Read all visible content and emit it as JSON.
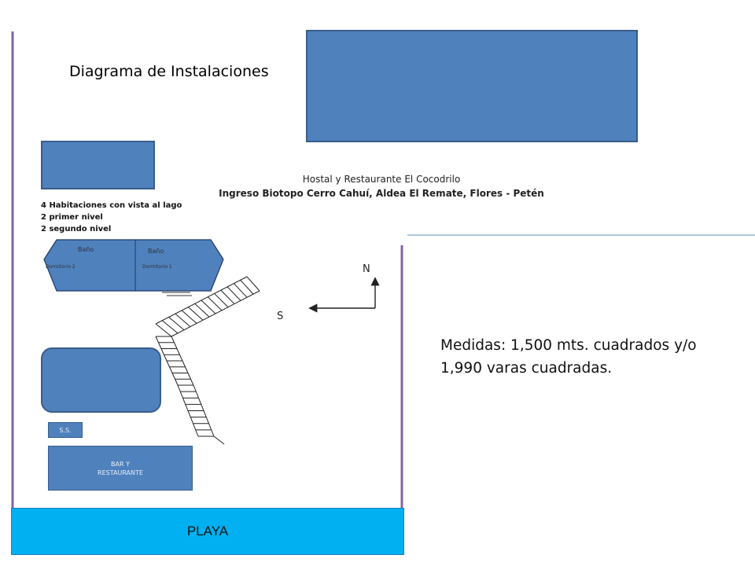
{
  "diagram": {
    "title": "Diagrama de Instalaciones",
    "hostal_name": "Hostal y Restaurante El Cocodrilo",
    "address": "Ingreso Biotopo Cerro Cahuí, Aldea El Remate, Flores - Petén",
    "rooms": {
      "line1": "4 Habitaciones con vista al lago",
      "line2": "2 primer nivel",
      "line3": "2 segundo nivel"
    },
    "building": {
      "bath_left": "Baño",
      "bath_right": "Baño",
      "room_left": "Dormitorio 2",
      "room_right": "Dormitorio 1"
    },
    "compass": {
      "north": "N",
      "south": "S"
    },
    "measures": {
      "line1": "Medidas:  1,500 mts. cuadrados y/o",
      "line2": "1,990 varas cuadradas."
    },
    "ss_label": "S.S.",
    "bar": {
      "line1": "BAR Y",
      "line2": "RESTAURANTE"
    },
    "beach_label": "PLAYA"
  },
  "colors": {
    "building_fill": "#4f81bd",
    "building_border": "#385d8a",
    "beach": "#00b0f0",
    "boundary": "#8064a2"
  }
}
